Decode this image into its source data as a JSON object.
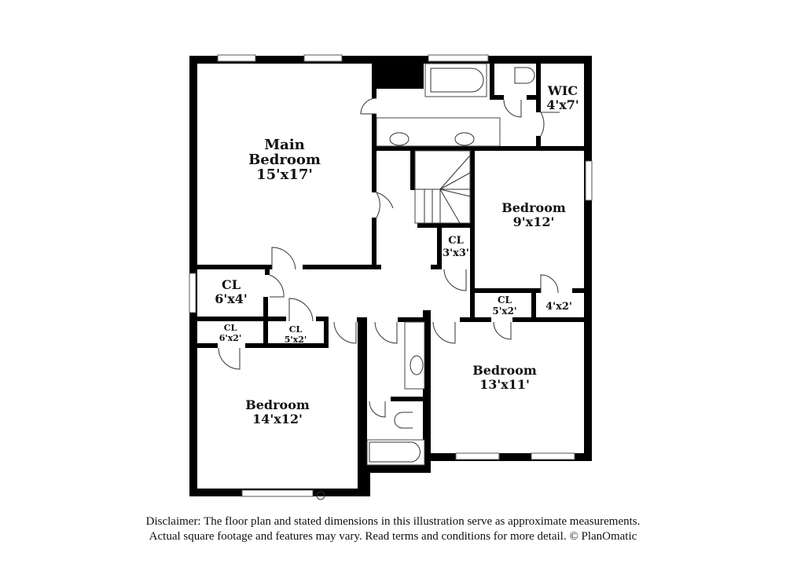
{
  "rooms": {
    "main_bedroom": {
      "name_line1": "Main",
      "name_line2": "Bedroom",
      "size": "15'x17'"
    },
    "wic": {
      "name": "WIC",
      "size": "4'x7'"
    },
    "bedroom_ne": {
      "name": "Bedroom",
      "size": "9'x12'"
    },
    "closet_stair": {
      "name": "CL",
      "size": "3'x3'"
    },
    "closet_6x4": {
      "name": "CL",
      "size": "6'x4'"
    },
    "closet_6x2": {
      "name": "CL",
      "size": "6'x2'"
    },
    "closet_5x2_w": {
      "name": "CL",
      "size": "5'x2'"
    },
    "closet_5x2_e": {
      "name": "CL",
      "size": "5'x2'"
    },
    "closet_4x2": {
      "size": "4'x2'"
    },
    "bedroom_se": {
      "name": "Bedroom",
      "size": "13'x11'"
    },
    "bedroom_sw": {
      "name": "Bedroom",
      "size": "14'x12'"
    }
  },
  "footer": {
    "line1": "Disclaimer: The floor plan and stated dimensions in this illustration serve as approximate measurements.",
    "line2": "Actual square footage and features may vary. Read terms and conditions for more detail. © PlanOmatic"
  },
  "colors": {
    "wall": "#000000",
    "background": "#ffffff",
    "fixture_stroke": "#444444"
  }
}
